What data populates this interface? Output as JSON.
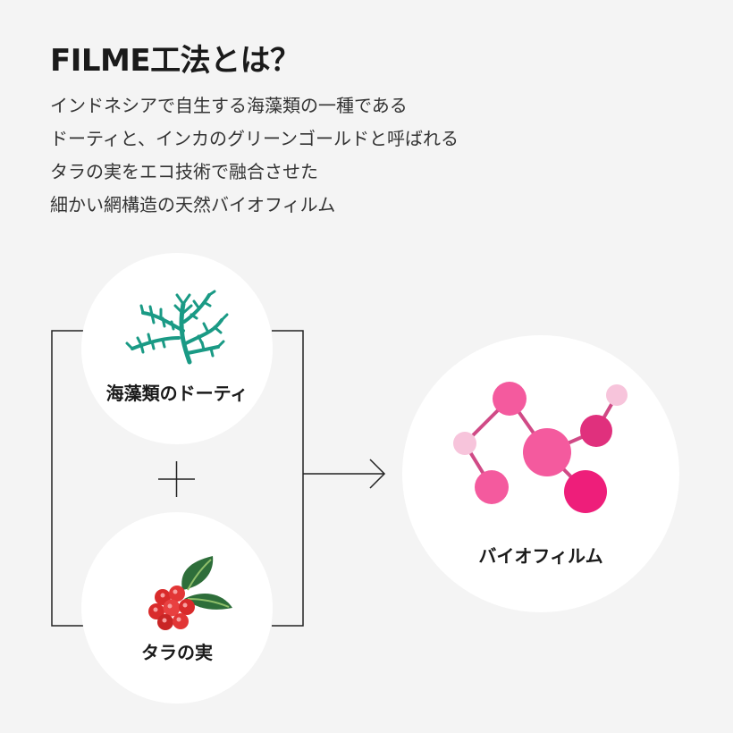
{
  "header": {
    "title": "FILME工法とは？",
    "description_lines": [
      "インドネシアで自生する海藻類の一種である",
      "ドーティと、インカのグリーンゴールドと呼ばれる",
      "タラの実をエコ技術で融合させた",
      "細かい網構造の天然バイオフィルム"
    ]
  },
  "diagram": {
    "inputs": [
      {
        "label": "海藻類のドーティ",
        "icon": "seaweed-icon"
      },
      {
        "label": "タラの実",
        "icon": "tara-berry-icon"
      }
    ],
    "operator": "plus-icon",
    "connector": "arrow-right-icon",
    "output": {
      "label": "バイオフィルム",
      "icon": "molecule-icon"
    },
    "colors": {
      "background": "#f4f4f4",
      "circle": "#ffffff",
      "seaweed": "#1a9a85",
      "berry": "#d92b2b",
      "leaf": "#2e6e3a",
      "molecule_pink": "#f45a9e",
      "molecule_light": "#f7c4db",
      "molecule_deep": "#ee1e7a",
      "molecule_link": "#d04a86"
    }
  }
}
